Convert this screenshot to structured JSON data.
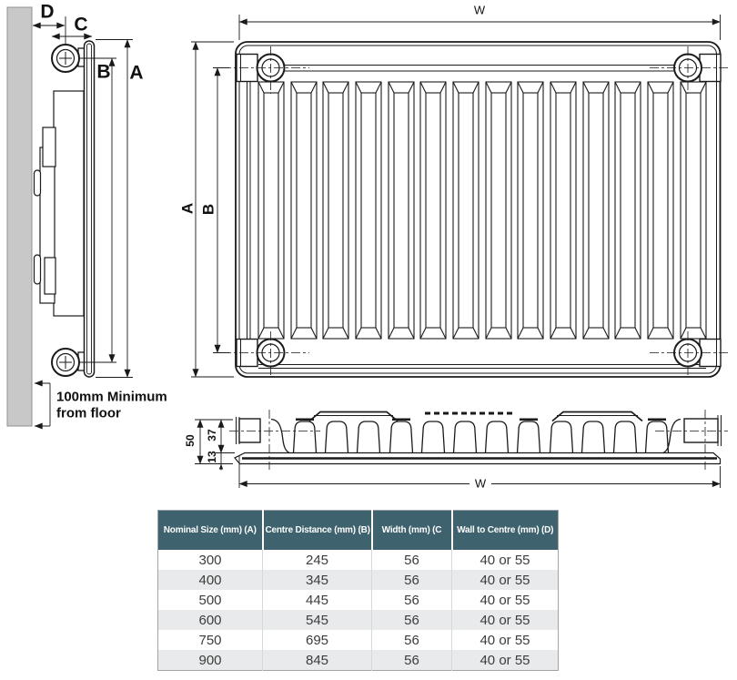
{
  "diagram": {
    "side_view": {
      "dim_d": "D",
      "dim_c": "C",
      "dim_b": "B",
      "dim_a": "A",
      "floor_note_line1": "100mm Minimum",
      "floor_note_line2": "from floor"
    },
    "front_view": {
      "dim_w": "W",
      "dim_a": "A",
      "dim_b": "B"
    },
    "top_view": {
      "depth_total": "50",
      "depth_fin": "37",
      "depth_panel": "13",
      "dim_w": "W"
    },
    "colors": {
      "line": "#1a1a1a",
      "wall_fill": "#c8c8c8"
    }
  },
  "table": {
    "headers": [
      "Nominal Size  (mm) (A)",
      "Centre Distance (mm) (B)",
      "Width (mm) (C",
      "Wall to Centre (mm) (D)"
    ],
    "rows": [
      [
        "300",
        "245",
        "56",
        "40 or 55"
      ],
      [
        "400",
        "345",
        "56",
        "40 or 55"
      ],
      [
        "500",
        "445",
        "56",
        "40 or 55"
      ],
      [
        "600",
        "545",
        "56",
        "40 or 55"
      ],
      [
        "750",
        "695",
        "56",
        "40 or 55"
      ],
      [
        "900",
        "845",
        "56",
        "40 or 55"
      ]
    ],
    "colors": {
      "header_bg": "#3e626e",
      "header_text": "#ffffff",
      "row_bg": "#ffffff",
      "row_alt_bg": "#e8eaec",
      "border": "#9fa4a8",
      "cell_divider": "#d6d8da",
      "body_text": "#3c3c3c"
    }
  }
}
